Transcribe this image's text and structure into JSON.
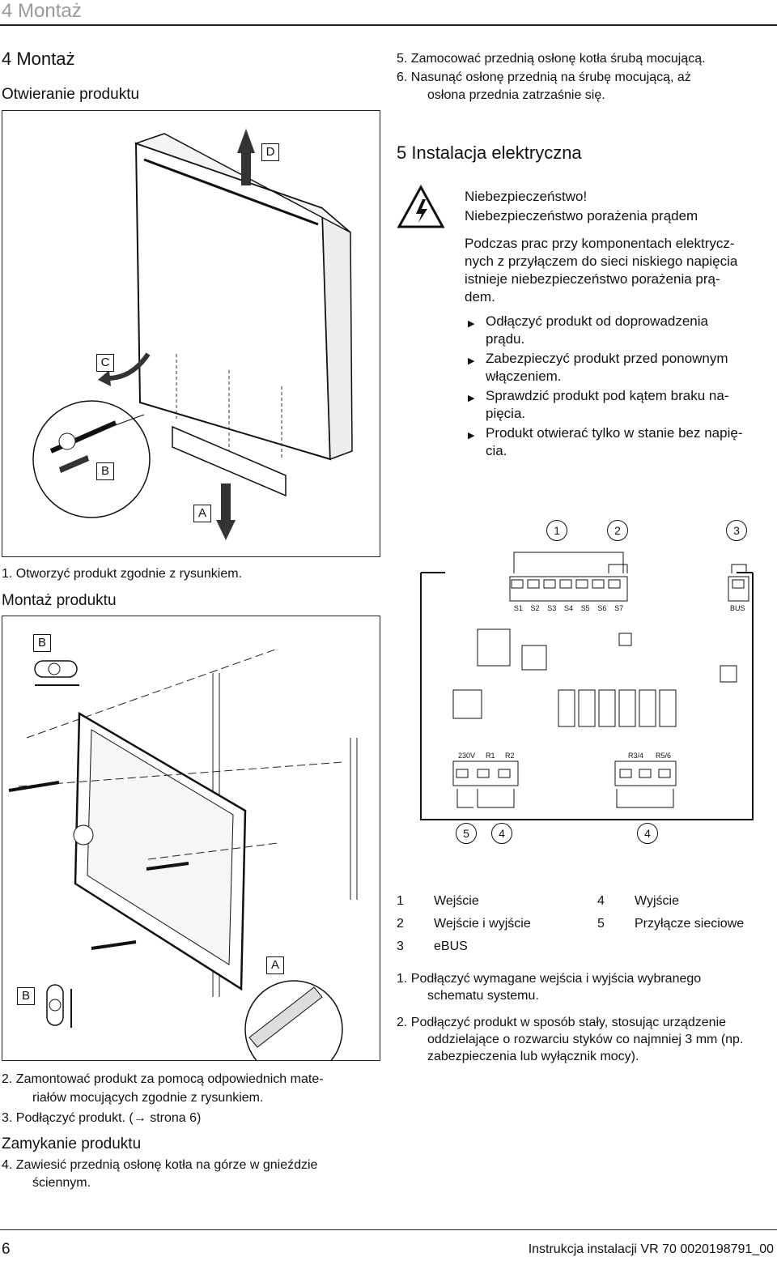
{
  "header": {
    "running_title": "4 Montaż"
  },
  "left": {
    "section_title": "4 Montaż",
    "subsection_open": "Otwieranie produktu",
    "fig1_labels": {
      "d": "D",
      "c": "C",
      "b": "B",
      "a": "A"
    },
    "step1": "1. Otworzyć produkt zgodnie z rysunkiem.",
    "subsection_mount": "Montaż produktu",
    "fig2_labels": {
      "b_top": "B",
      "a": "A",
      "b_bottom": "B"
    },
    "step2_line1": "2. Zamontować produkt za pomocą odpowiednich mate-",
    "step2_line2": "riałów mocujących zgodnie z rysunkiem.",
    "step3": "3. Podłączyć produkt. (→ strona 6)",
    "subsection_close": "Zamykanie produktu",
    "step4_line1": "4. Zawiesić przednią osłonę kotła na górze w gnieździe",
    "step4_line2": "ściennym."
  },
  "right": {
    "step5": "5. Zamocować przednią osłonę kotła śrubą mocującą.",
    "step6_line1": "6. Nasunąć osłonę przednią na śrubę mocującą, aż",
    "step6_line2": "osłona przednia zatrzaśnie się.",
    "section_title": "5 Instalacja elektryczna",
    "warning": {
      "title": "Niebezpieczeństwo!",
      "subtitle": "Niebezpieczeństwo porażenia prądem",
      "body": [
        "Podczas prac przy komponentach elektrycz-",
        "nych z przyłączem do sieci niskiego napięcia",
        "istnieje niebezpieczeństwo porażenia prą-",
        "dem."
      ],
      "bullets": [
        [
          "Odłączyć produkt od doprowadzenia",
          "prądu."
        ],
        [
          "Zabezpieczyć produkt przed ponownym",
          "włączeniem."
        ],
        [
          "Sprawdzić produkt pod kątem braku na-",
          "pięcia."
        ],
        [
          "Produkt otwierać tylko w stanie bez napię-",
          "cia."
        ]
      ]
    },
    "board": {
      "callouts_top": [
        "1",
        "2",
        "3"
      ],
      "callouts_bottom": [
        "5",
        "4",
        "4"
      ],
      "top_terminals": [
        "S1",
        "S2",
        "S3",
        "S4",
        "S5",
        "S6",
        "S7",
        "BUS"
      ],
      "bottom_terminals": [
        "230V",
        "R1",
        "R2",
        "R3/4",
        "R5/6"
      ]
    },
    "legend": [
      {
        "num": "1",
        "text": "Wejście"
      },
      {
        "num": "4",
        "text": "Wyjście"
      },
      {
        "num": "2",
        "text": "Wejście i wyjście"
      },
      {
        "num": "5",
        "text": "Przyłącze sieciowe"
      },
      {
        "num": "3",
        "text": "eBUS"
      }
    ],
    "conn_step1": [
      "1. Podłączyć wymagane wejścia i wyjścia wybranego",
      "schematu systemu."
    ],
    "conn_step2": [
      "2. Podłączyć produkt w sposób stały, stosując urządzenie",
      "oddzielające o rozwarciu styków co najmniej 3 mm (np.",
      "zabezpieczenia lub wyłącznik mocy)."
    ]
  },
  "footer": {
    "page": "6",
    "doc": "Instrukcja instalacji VR 70 0020198791_00"
  }
}
